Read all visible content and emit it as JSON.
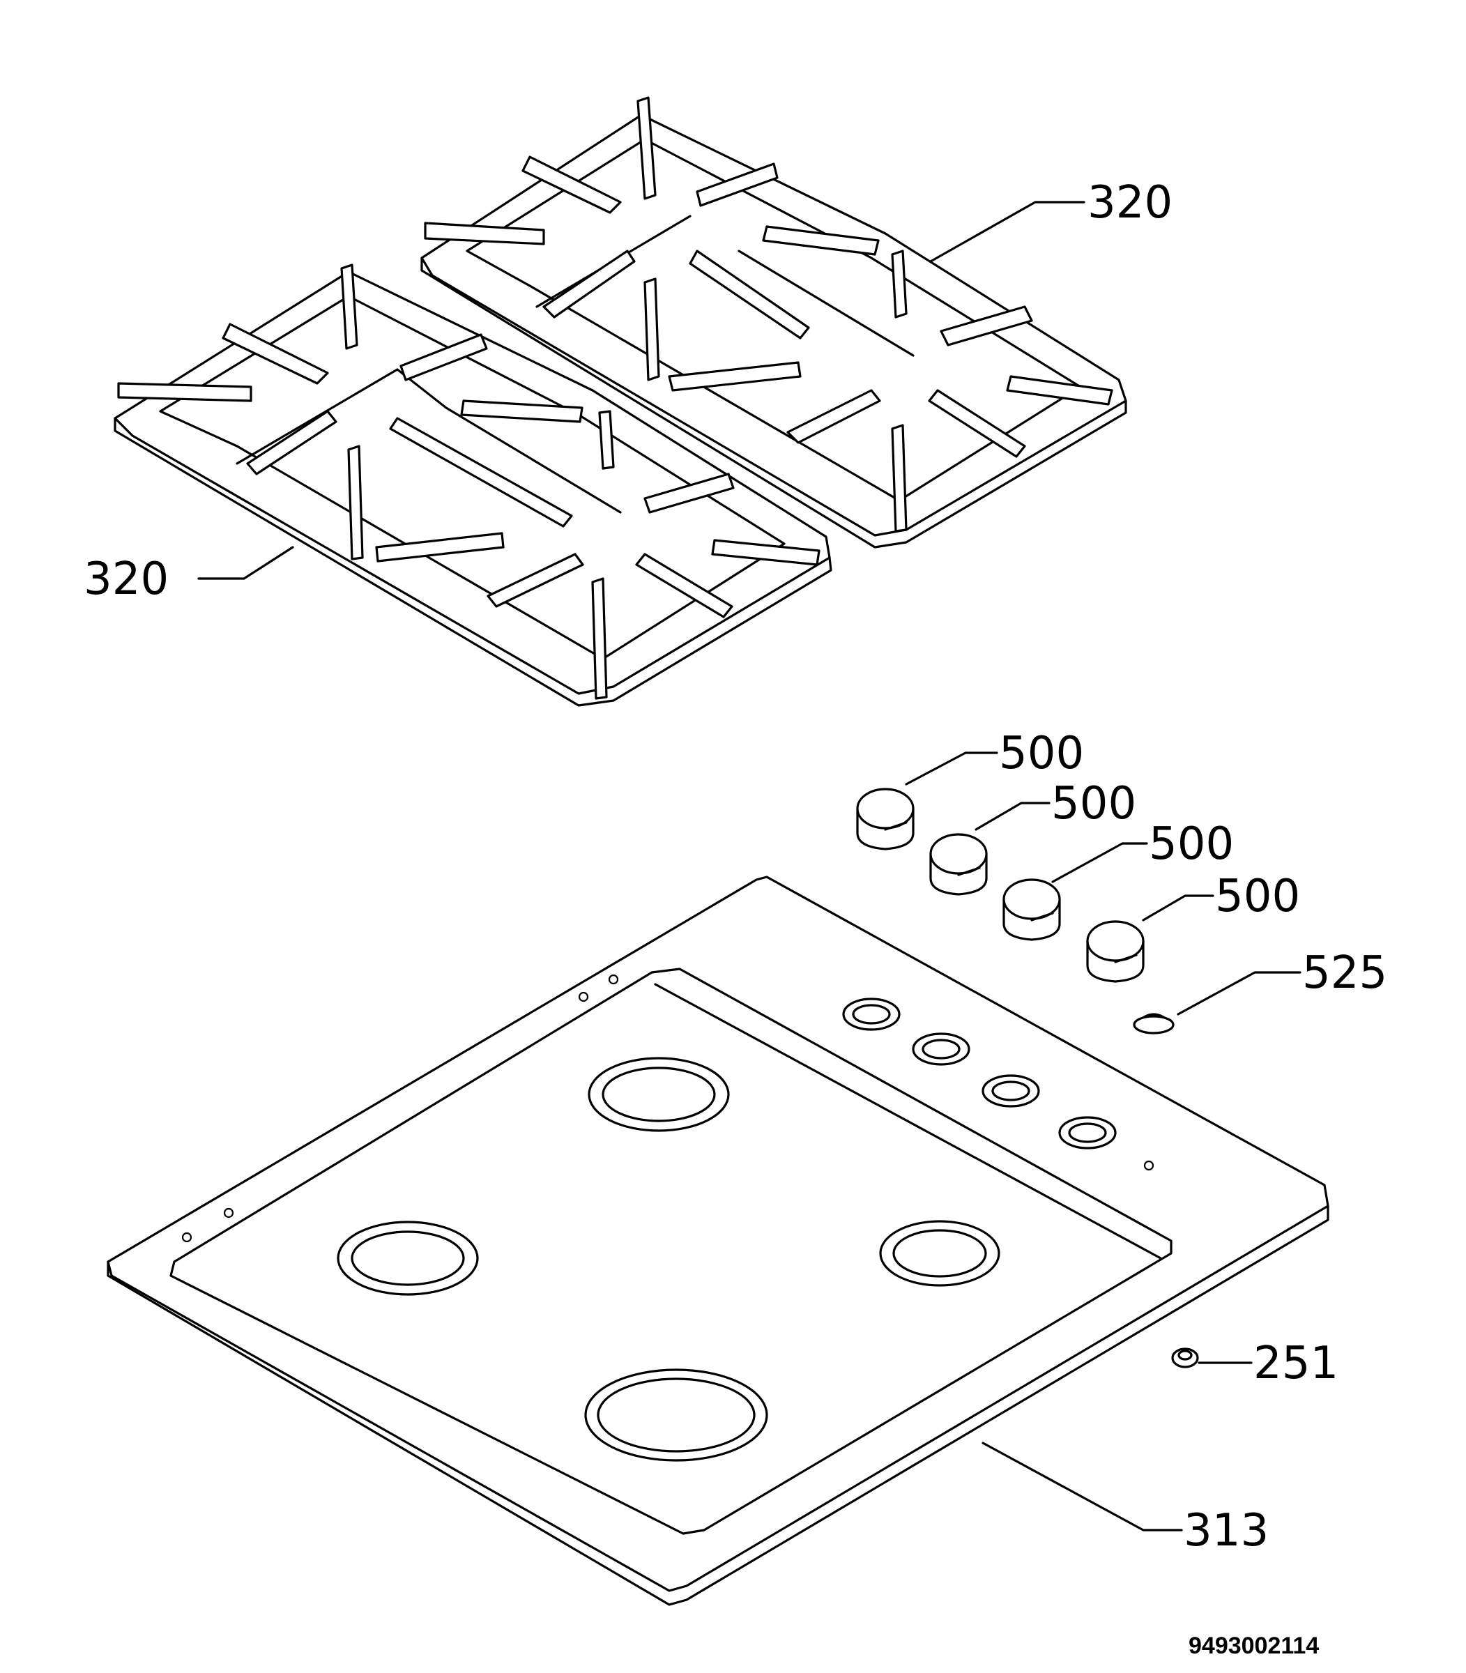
{
  "callouts": {
    "grate_right": "320",
    "grate_left": "320",
    "knob_1": "500",
    "knob_2": "500",
    "knob_3": "500",
    "knob_4": "500",
    "cap_525": "525",
    "part_251": "251",
    "hob_313": "313"
  },
  "document_number": "9493002114",
  "colors": {
    "line": "#000000",
    "paper": "#ffffff"
  }
}
